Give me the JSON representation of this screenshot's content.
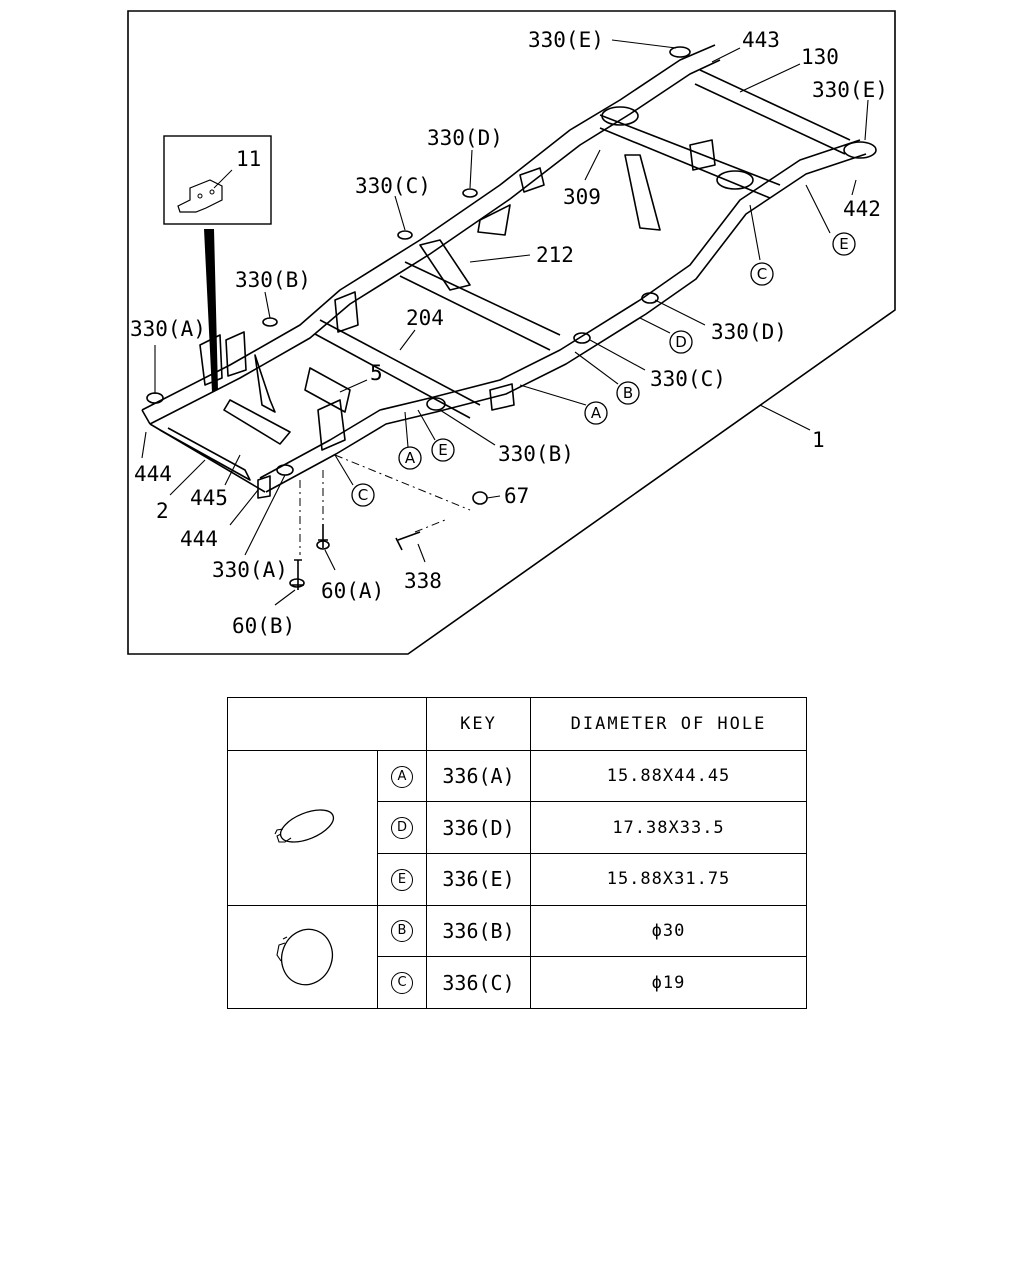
{
  "diagram": {
    "callouts": {
      "c330E_top": "330(E)",
      "c443": "443",
      "c130": "130",
      "c330E_right": "330(E)",
      "c330D_top": "330(D)",
      "c11": "11",
      "c330C_top": "330(C)",
      "c309": "309",
      "c442": "442",
      "c212": "212",
      "c330B_left": "330(B)",
      "c330A_left": "330(A)",
      "c204": "204",
      "c330D_right": "330(D)",
      "c5": "5",
      "c330C_right": "330(C)",
      "c1": "1",
      "c330B_mid": "330(B)",
      "c444_left": "444",
      "c445": "445",
      "c2": "2",
      "c67": "67",
      "c444_bottom": "444",
      "c330A_bottom": "330(A)",
      "c60A": "60(A)",
      "c338": "338",
      "c60B": "60(B)"
    },
    "circled": {
      "e_right": "E",
      "c_right": "C",
      "d_mid": "D",
      "b_mid": "B",
      "a_mid": "A",
      "a_low": "A",
      "e_low": "E",
      "c_low": "C"
    }
  },
  "table": {
    "headers": {
      "key": "KEY",
      "diameter": "DIAMETER OF HOLE"
    },
    "rows": [
      {
        "letter": "A",
        "key": "336(A)",
        "diameter": "15.88X44.45"
      },
      {
        "letter": "D",
        "key": "336(D)",
        "diameter": "17.38X33.5"
      },
      {
        "letter": "E",
        "key": "336(E)",
        "diameter": "15.88X31.75"
      },
      {
        "letter": "B",
        "key": "336(B)",
        "diameter": "ϕ30"
      },
      {
        "letter": "C",
        "key": "336(C)",
        "diameter": "ϕ19"
      }
    ]
  }
}
